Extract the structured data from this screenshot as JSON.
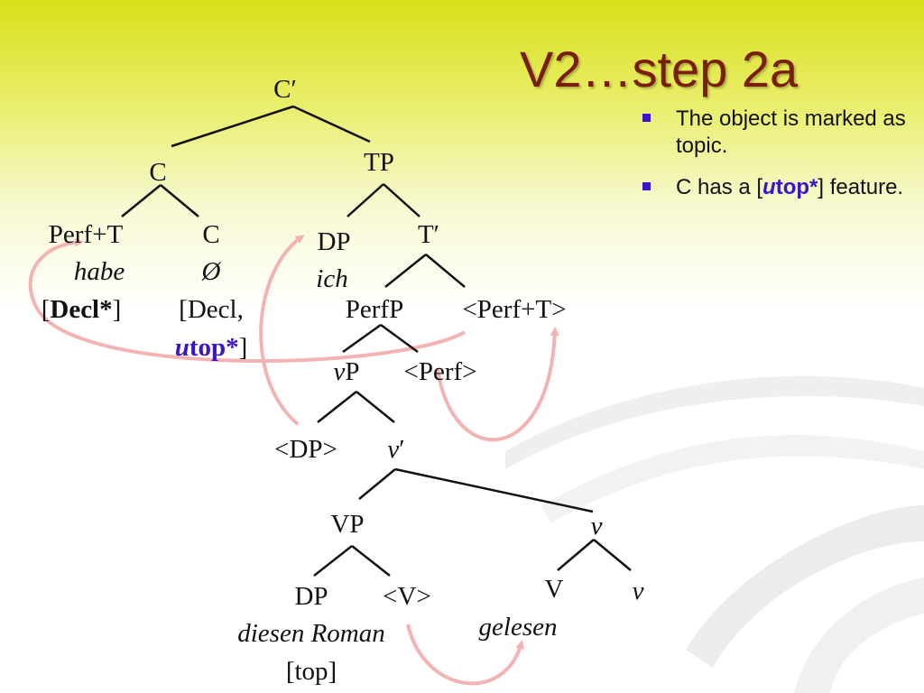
{
  "slide": {
    "title": "V2…step 2a",
    "bullets": [
      {
        "text": "The object is marked as topic."
      },
      {
        "pre": "C has a [",
        "u": "u",
        "feat": "top*",
        "post": "] feature."
      }
    ]
  },
  "tree": {
    "c_bar": "C′",
    "c_top": "C",
    "tp": "TP",
    "perf_t": "Perf+T",
    "habe": "habe",
    "decl_open": "[",
    "decl_bold": "Decl*",
    "decl_close": "]",
    "c_head": "C",
    "null": "Ø",
    "decl_u": "[Decl,",
    "utop_u": "u",
    "utop_rest": "top*",
    "utop_close": "]",
    "dp_subj": "DP",
    "ich": "ich",
    "t_bar": "T′",
    "perfp": "PerfP",
    "perf_t_trace": "<Perf+T>",
    "vp_v": "v",
    "vp_p": "P",
    "perf_trace": "<Perf>",
    "dp_trace": "<DP>",
    "vbar_v": "v",
    "vbar_prime": "′",
    "vp": "VP",
    "v_small": "v",
    "dp_obj": "DP",
    "v_trace": "<V>",
    "diesen_roman": "diesen Roman",
    "top_feat": "[top]",
    "v_head": "V",
    "v_affix": "v",
    "gelesen": "gelesen"
  },
  "colors": {
    "title": "#7b1e12",
    "arrow": "#f4b3b3",
    "feature": "#3a14c8"
  }
}
